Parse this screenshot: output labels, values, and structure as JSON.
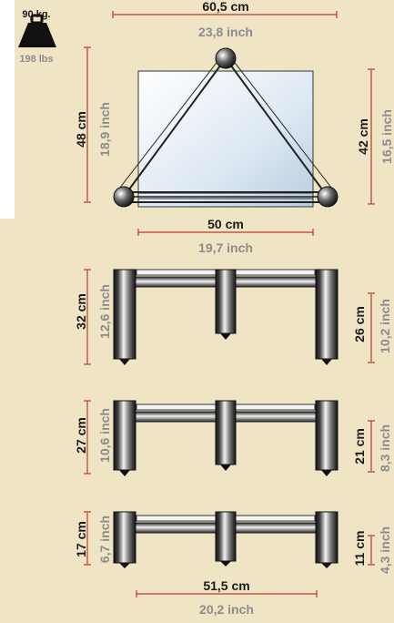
{
  "weight": {
    "kg": "90 kg.",
    "lbs": "198 lbs"
  },
  "top_view": {
    "width_cm": "60,5 cm",
    "width_in": "23,8 inch",
    "height_cm": "48 cm",
    "height_in": "18,9 inch",
    "right_cm": "42 cm",
    "right_in": "16,5 inch",
    "glass_cm": "50 cm",
    "glass_in": "19,7 inch"
  },
  "tiers": [
    {
      "left_cm": "32 cm",
      "left_in": "12,6 inch",
      "right_cm": "26 cm",
      "right_in": "10,2 inch"
    },
    {
      "left_cm": "27 cm",
      "left_in": "10,6 inch",
      "right_cm": "21 cm",
      "right_in": "8,3 inch"
    },
    {
      "left_cm": "17 cm",
      "left_in": "6,7 inch",
      "right_cm": "11 cm",
      "right_in": "4,3 inch"
    }
  ],
  "bottom": {
    "width_cm": "51,5 cm",
    "width_in": "20,2 inch"
  },
  "colors": {
    "background": "#efe4c4",
    "dimension_line": "#c0392b",
    "strip": "#ffffff"
  },
  "icon": "weight-icon"
}
